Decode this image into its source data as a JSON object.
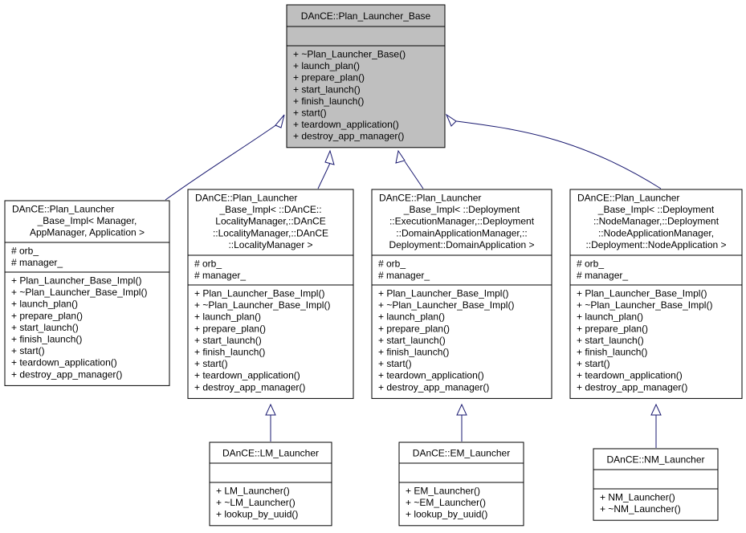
{
  "diagram": {
    "classes": [
      {
        "id": "base",
        "title": [
          "DAnCE::Plan_Launcher_Base"
        ],
        "attributes": [],
        "methods": [
          "+ ~Plan_Launcher_Base()",
          "+ launch_plan()",
          "+ prepare_plan()",
          "+ start_launch()",
          "+ finish_launch()",
          "+ start()",
          "+ teardown_application()",
          "+ destroy_app_manager()"
        ],
        "highlight": true
      },
      {
        "id": "impl_generic",
        "title": [
          "DAnCE::Plan_Launcher",
          "_Base_Impl< Manager,",
          "AppManager, Application >"
        ],
        "attributes": [
          "# orb_",
          "# manager_"
        ],
        "methods": [
          "+ Plan_Launcher_Base_Impl()",
          "+ ~Plan_Launcher_Base_Impl()",
          "+ launch_plan()",
          "+ prepare_plan()",
          "+ start_launch()",
          "+ finish_launch()",
          "+ start()",
          "+ teardown_application()",
          "+ destroy_app_manager()"
        ]
      },
      {
        "id": "impl_lm",
        "title": [
          "DAnCE::Plan_Launcher",
          "_Base_Impl< ::DAnCE::",
          "LocalityManager,::DAnCE",
          "::LocalityManager,::DAnCE",
          "::LocalityManager >"
        ],
        "attributes": [
          "# orb_",
          "# manager_"
        ],
        "methods": [
          "+ Plan_Launcher_Base_Impl()",
          "+ ~Plan_Launcher_Base_Impl()",
          "+ launch_plan()",
          "+ prepare_plan()",
          "+ start_launch()",
          "+ finish_launch()",
          "+ start()",
          "+ teardown_application()",
          "+ destroy_app_manager()"
        ]
      },
      {
        "id": "impl_em",
        "title": [
          "DAnCE::Plan_Launcher",
          "_Base_Impl< ::Deployment",
          "::ExecutionManager,::Deployment",
          "::DomainApplicationManager,::",
          "Deployment::DomainApplication >"
        ],
        "attributes": [
          "# orb_",
          "# manager_"
        ],
        "methods": [
          "+ Plan_Launcher_Base_Impl()",
          "+ ~Plan_Launcher_Base_Impl()",
          "+ launch_plan()",
          "+ prepare_plan()",
          "+ start_launch()",
          "+ finish_launch()",
          "+ start()",
          "+ teardown_application()",
          "+ destroy_app_manager()"
        ]
      },
      {
        "id": "impl_nm",
        "title": [
          "DAnCE::Plan_Launcher",
          "_Base_Impl< ::Deployment",
          "::NodeManager,::Deployment",
          "::NodeApplicationManager,",
          "::Deployment::NodeApplication >"
        ],
        "attributes": [
          "# orb_",
          "# manager_"
        ],
        "methods": [
          "+ Plan_Launcher_Base_Impl()",
          "+ ~Plan_Launcher_Base_Impl()",
          "+ launch_plan()",
          "+ prepare_plan()",
          "+ start_launch()",
          "+ finish_launch()",
          "+ start()",
          "+ teardown_application()",
          "+ destroy_app_manager()"
        ]
      },
      {
        "id": "lm_launcher",
        "title": [
          "DAnCE::LM_Launcher"
        ],
        "attributes": [],
        "methods": [
          "+ LM_Launcher()",
          "+ ~LM_Launcher()",
          "+ lookup_by_uuid()"
        ]
      },
      {
        "id": "em_launcher",
        "title": [
          "DAnCE::EM_Launcher"
        ],
        "attributes": [],
        "methods": [
          "+ EM_Launcher()",
          "+ ~EM_Launcher()",
          "+ lookup_by_uuid()"
        ]
      },
      {
        "id": "nm_launcher",
        "title": [
          "DAnCE::NM_Launcher"
        ],
        "attributes": [],
        "methods": [
          "+ NM_Launcher()",
          "+ ~NM_Launcher()"
        ]
      }
    ],
    "inheritance": [
      {
        "from": "impl_generic",
        "to": "base"
      },
      {
        "from": "impl_lm",
        "to": "base"
      },
      {
        "from": "impl_em",
        "to": "base"
      },
      {
        "from": "impl_nm",
        "to": "base"
      },
      {
        "from": "lm_launcher",
        "to": "impl_lm"
      },
      {
        "from": "em_launcher",
        "to": "impl_em"
      },
      {
        "from": "nm_launcher",
        "to": "impl_nm"
      }
    ],
    "colors": {
      "highlight_fill": "#bfbfbf",
      "box_fill": "#ffffff",
      "edge": "#191970"
    }
  }
}
